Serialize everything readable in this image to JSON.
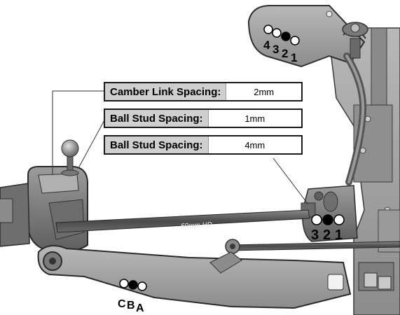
{
  "callouts": [
    {
      "label": "Camber Link Spacing:",
      "value": "2mm"
    },
    {
      "label": "Ball Stud Spacing:",
      "value": "1mm"
    },
    {
      "label": "Ball Stud Spacing:",
      "value": "4mm"
    }
  ],
  "tower_holes": [
    "4",
    "3",
    "2",
    "1"
  ],
  "hub_holes": [
    "3",
    "2",
    "1"
  ],
  "arm_holes": [
    "C",
    "B",
    "A"
  ],
  "link_text": "69mm HD",
  "colors": {
    "part_dark": "#5a5a5a",
    "part_mid": "#7a7a7a",
    "part_light": "#9b9b9b",
    "label_bg": "#cfcfcf",
    "selected_hole": "#000000",
    "open_hole": "#ffffff"
  }
}
